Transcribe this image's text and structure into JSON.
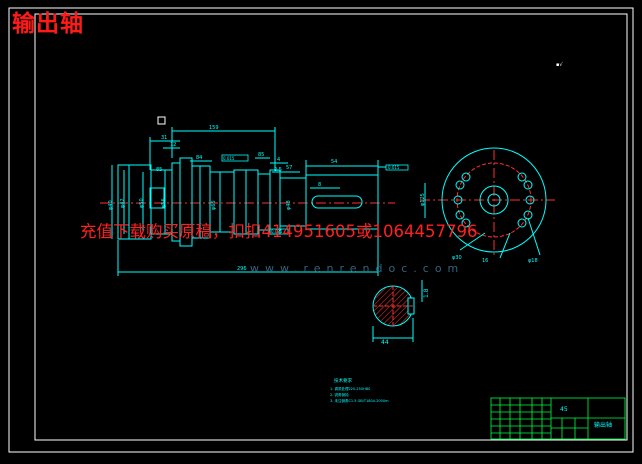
{
  "page_title": "输出轴",
  "promo_text": "充值下载购买原稿，扣扣414951605或1064457796",
  "watermark_text": "www.renrendoc.com",
  "dimensions": {
    "d159": "159",
    "d31": "31",
    "d12": "12",
    "d84": "84",
    "d85": "85",
    "d4": "4",
    "d2_5": "2.5",
    "d57": "57",
    "d54": "54",
    "d8": "8",
    "d296": "296",
    "d85b": "85",
    "d_s40": "φ40",
    "d_s42": "φ42",
    "d_s50": "φ50",
    "d_s56": "φ56",
    "d_s65": "φ65",
    "d_s48": "φ48",
    "d_s125": "φ125",
    "d_s30": "φ30",
    "d_s18": "φ18",
    "d16": "16",
    "d44": "44.5",
    "d_depth": "1.8",
    "d_section_w": "44",
    "d_section_h": "16",
    "tol1": "0.015",
    "tol2": "0.025",
    "tol3": "0.015"
  },
  "tech_notes": {
    "title": "技术要求",
    "line1": "1. 调质处理220-250HBS",
    "line2": "2. 锐角倒钝",
    "line3": "3. 未注倒角C1.5 GB/T1804-2000m"
  },
  "title_block": {
    "material": "45",
    "drawing_name": "输出轴"
  },
  "colors": {
    "frame": "#ffffff",
    "line": "#00ffff",
    "center": "#ff3030",
    "hatch": "#ff3030",
    "title_block": "#00ff40"
  }
}
